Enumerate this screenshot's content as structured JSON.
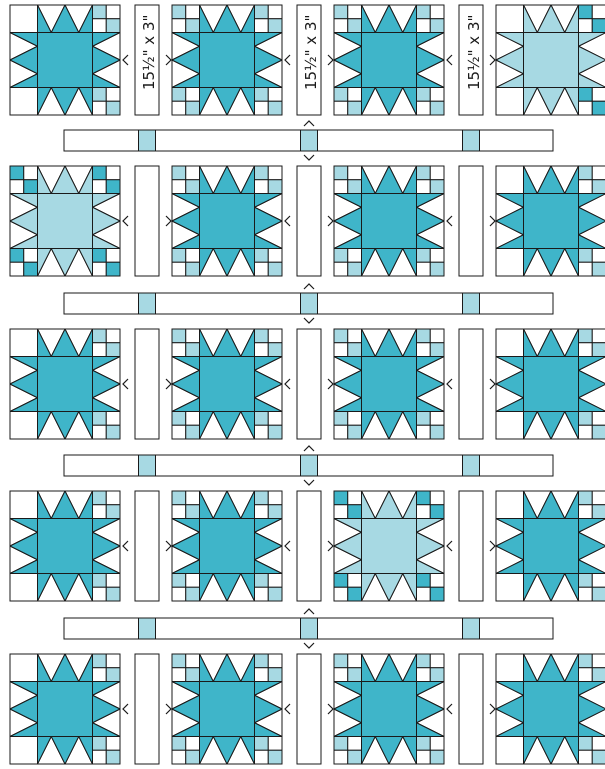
{
  "diagram": {
    "sashing_label": "15½\" x 3\"",
    "colors": {
      "teal": "#3fb5c9",
      "light_teal": "#a7d9e3",
      "white": "#ffffff",
      "line": "#1a1a1a"
    },
    "block_grid": [
      [
        "teal-star-a",
        "teal-star-b",
        "teal-star-b",
        "light-star-a"
      ],
      [
        "light-star-b",
        "teal-star-b",
        "teal-star-b",
        "teal-star-a"
      ],
      [
        "teal-star-a",
        "teal-star-b",
        "teal-star-b",
        "teal-star-a"
      ],
      [
        "teal-star-a",
        "teal-star-b",
        "light-star-b",
        "teal-star-a"
      ],
      [
        "teal-star-a",
        "teal-star-b",
        "teal-star-b",
        "teal-star-a"
      ]
    ],
    "arrow_direction": "toward-adjacent-block"
  }
}
